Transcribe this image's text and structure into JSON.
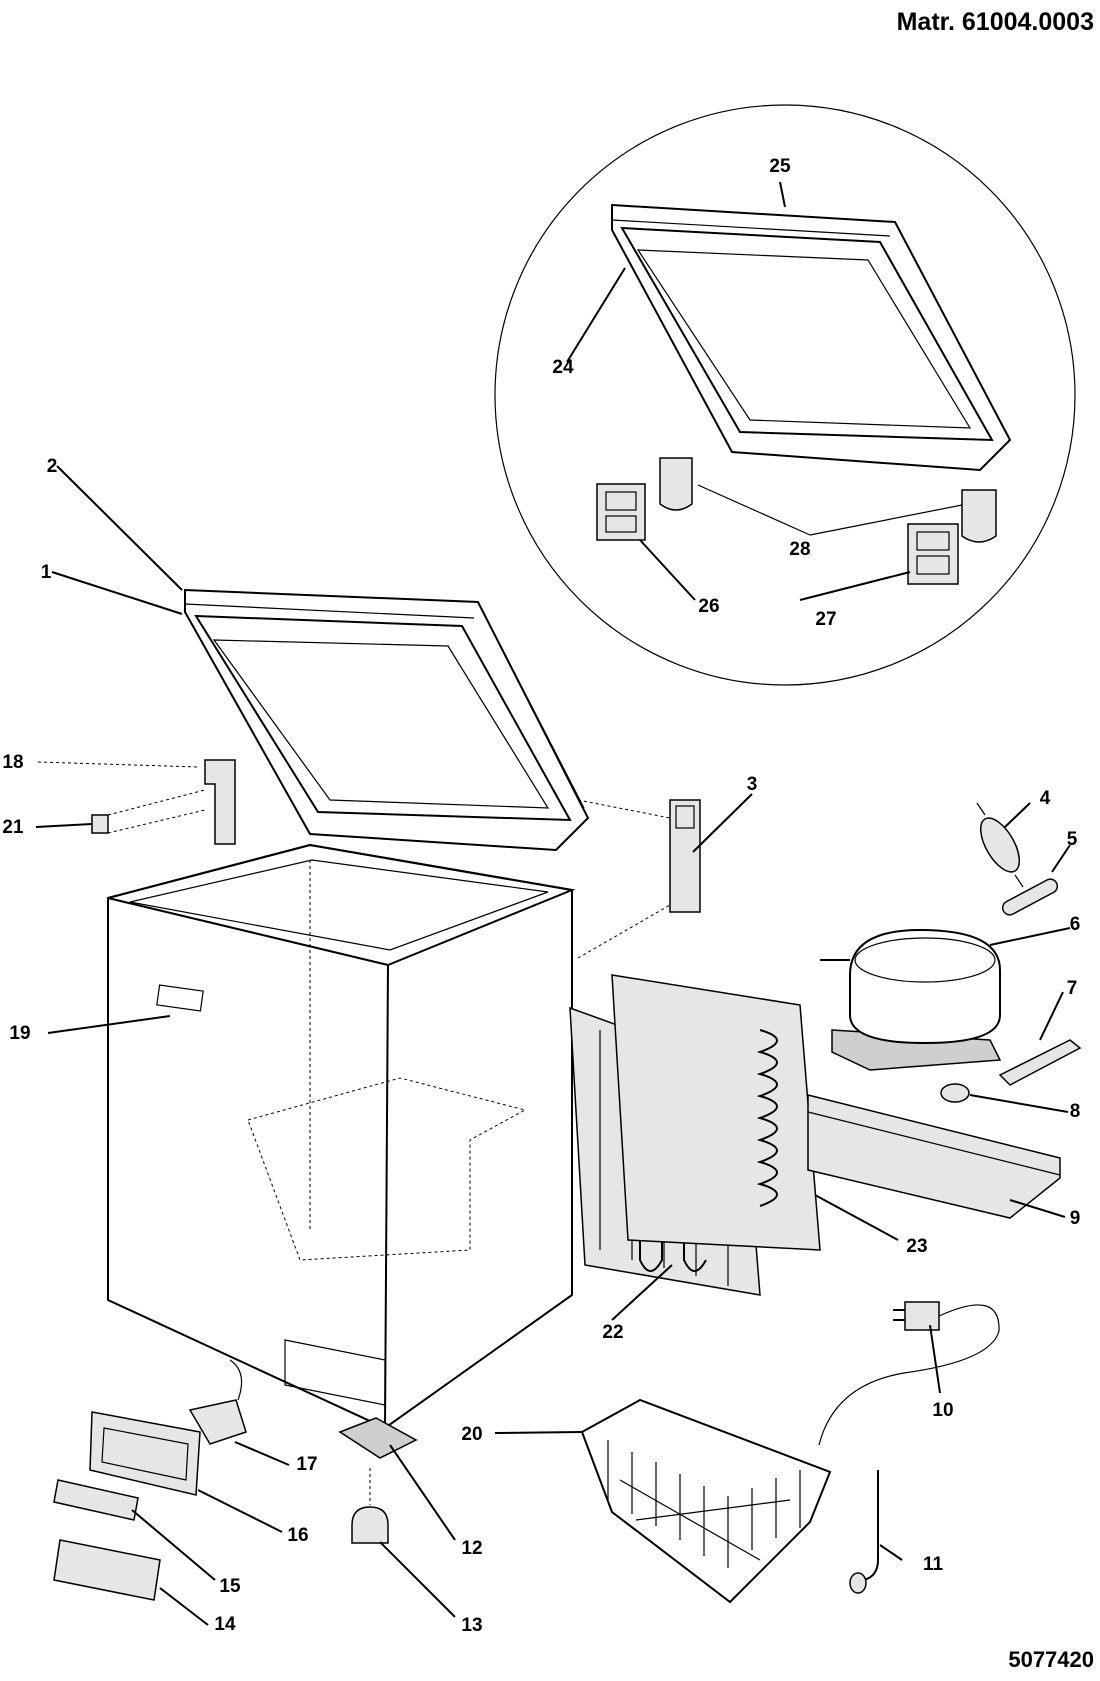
{
  "header": {
    "matricola": "Matr. 61004.0003"
  },
  "footer": {
    "code": "5077420"
  },
  "callouts": {
    "c1": "1",
    "c2": "2",
    "c3": "3",
    "c4": "4",
    "c5": "5",
    "c6": "6",
    "c7": "7",
    "c8": "8",
    "c9": "9",
    "c10": "10",
    "c11": "11",
    "c12": "12",
    "c13": "13",
    "c14": "14",
    "c15": "15",
    "c16": "16",
    "c17": "17",
    "c18": "18",
    "c19": "19",
    "c20": "20",
    "c21": "21",
    "c22": "22",
    "c23": "23",
    "c24": "24",
    "c25": "25",
    "c26": "26",
    "c27": "27",
    "c28": "28"
  }
}
